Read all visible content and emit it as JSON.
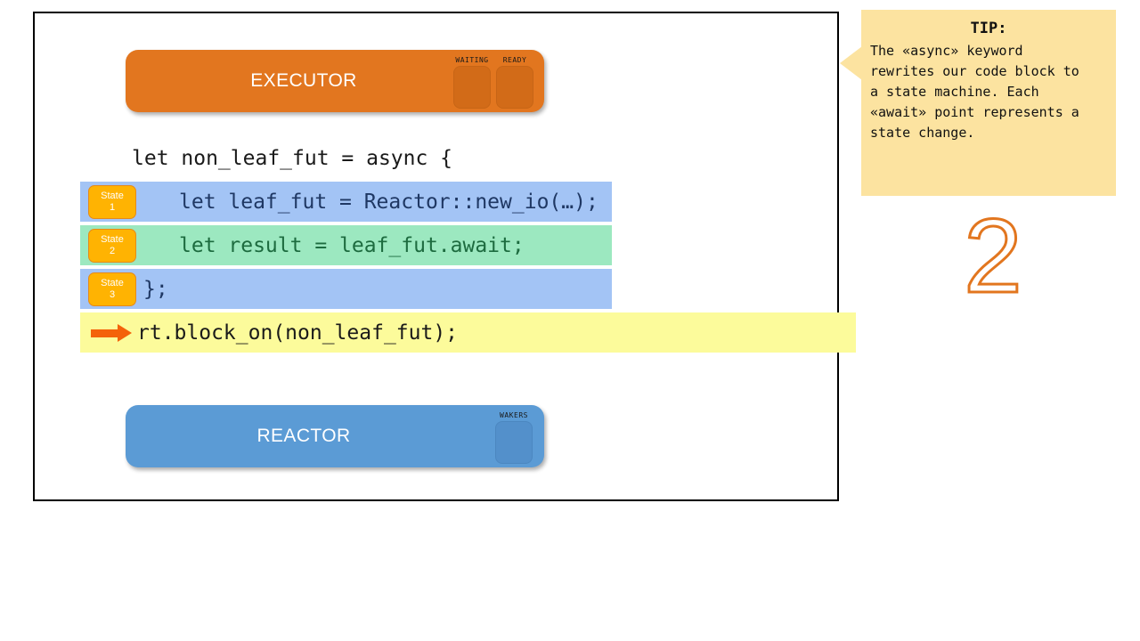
{
  "slide": {
    "executor": {
      "title": "EXECUTOR",
      "color": "#E2761F",
      "slots": [
        {
          "label": "WAITING"
        },
        {
          "label": "READY"
        }
      ]
    },
    "reactor": {
      "title": "REACTOR",
      "color": "#5B9BD5",
      "slots": [
        {
          "label": "WAKERS"
        }
      ]
    },
    "code_lines": [
      {
        "badge": null,
        "text": "let non_leaf_fut = async {",
        "highlight": "none",
        "text_color": "#1a1a1a"
      },
      {
        "badge": {
          "word": "State",
          "number": "1"
        },
        "text": "let leaf_fut = Reactor::new_io(…);",
        "highlight": "#A3C4F5",
        "text_color": "#1F3864"
      },
      {
        "badge": {
          "word": "State",
          "number": "2"
        },
        "text": "let result = leaf_fut.await;",
        "highlight": "#9CE8C0",
        "text_color": "#1D6B3F"
      },
      {
        "badge": {
          "word": "State",
          "number": "3"
        },
        "text": "};",
        "highlight": "#A3C4F5",
        "text_color": "#1F3864"
      },
      {
        "badge": null,
        "marker": "arrow-right-icon",
        "text": "rt.block_on(non_leaf_fut);",
        "highlight": "#FCFB9B",
        "text_color": "#1a1a1a"
      }
    ]
  },
  "tip": {
    "heading": "TIP:",
    "body": "The «async» keyword\nrewrites our code block to\na state machine. Each\n«await» point represents a\nstate change.",
    "background": "#FCE3A0"
  },
  "step": {
    "number": "2",
    "color": "#E2761F"
  }
}
